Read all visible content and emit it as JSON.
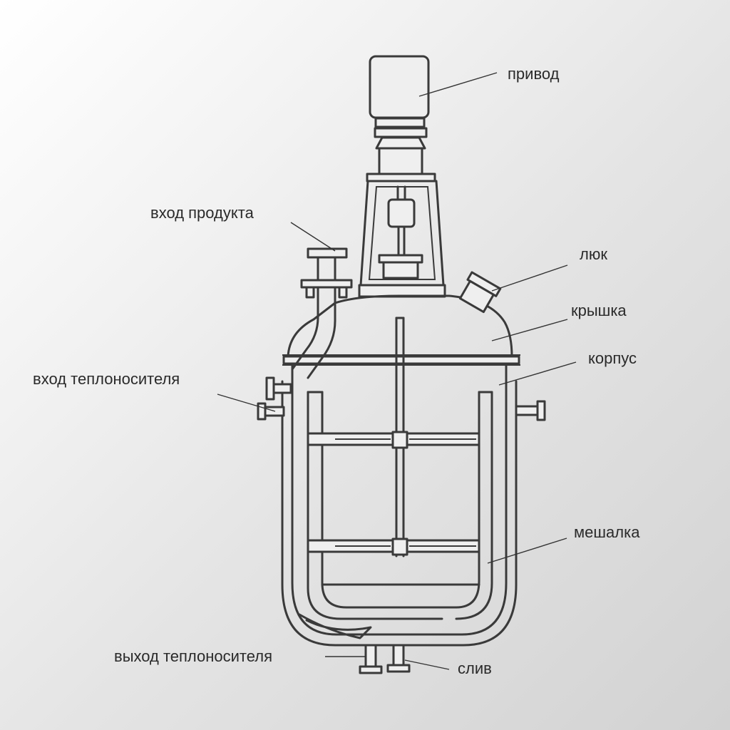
{
  "labels": {
    "drive": "привод",
    "product_inlet": "вход продукта",
    "hatch": "люк",
    "lid": "крышка",
    "body": "корпус",
    "coolant_inlet": "вход теплоносителя",
    "agitator": "мешалка",
    "coolant_outlet": "выход теплоносителя",
    "drain": "слив"
  }
}
